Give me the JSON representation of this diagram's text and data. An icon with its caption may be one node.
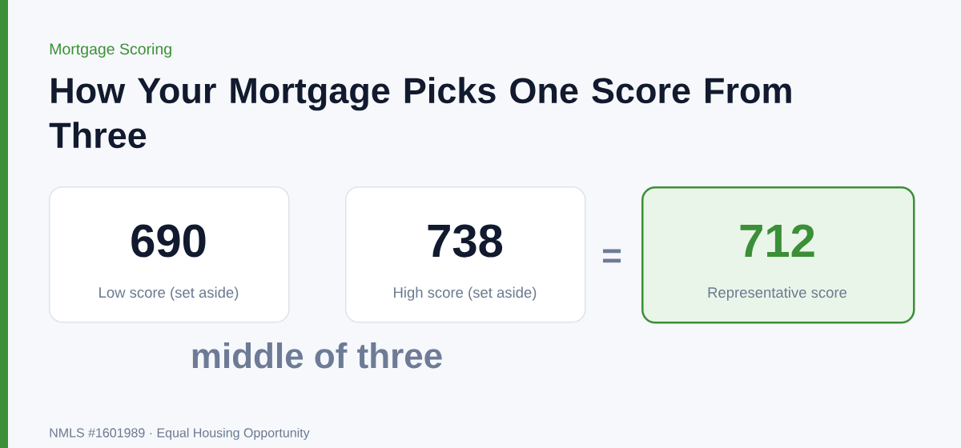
{
  "diagram": {
    "title": "How Your Mortgage Picks One Score From Three",
    "nodes": [
      {
        "text": [
          "690",
          "Low score (set aside)"
        ]
      },
      {
        "text": [
          "738",
          "High score (set aside)"
        ]
      },
      {
        "text": [
          "712",
          "Representative score"
        ]
      }
    ],
    "labels": [
      "Mortgage Scoring",
      "middle of three",
      "=",
      "NMLS #1601989 · Equal Housing Opportunity"
    ]
  }
}
